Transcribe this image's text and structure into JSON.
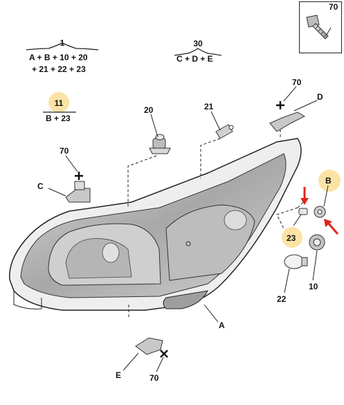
{
  "groups": [
    {
      "id": "1",
      "line1": "A + B + 10 + 20",
      "line2": "+ 21 + 22 + 23"
    },
    {
      "id": "30",
      "line1": "C + D + E"
    },
    {
      "id": "11",
      "line1": "B + 23"
    }
  ],
  "callouts": {
    "inset_70": "70",
    "p70_left": "70",
    "p70_top": "70",
    "p70_bottom": "70",
    "p20": "20",
    "p21": "21",
    "pD": "D",
    "pC": "C",
    "pB": "B",
    "p23": "23",
    "p22": "22",
    "p10": "10",
    "pA": "A",
    "pE": "E"
  },
  "colors": {
    "highlight": "#fbe3a6",
    "arrow": "#e1251b",
    "line": "#222222"
  }
}
